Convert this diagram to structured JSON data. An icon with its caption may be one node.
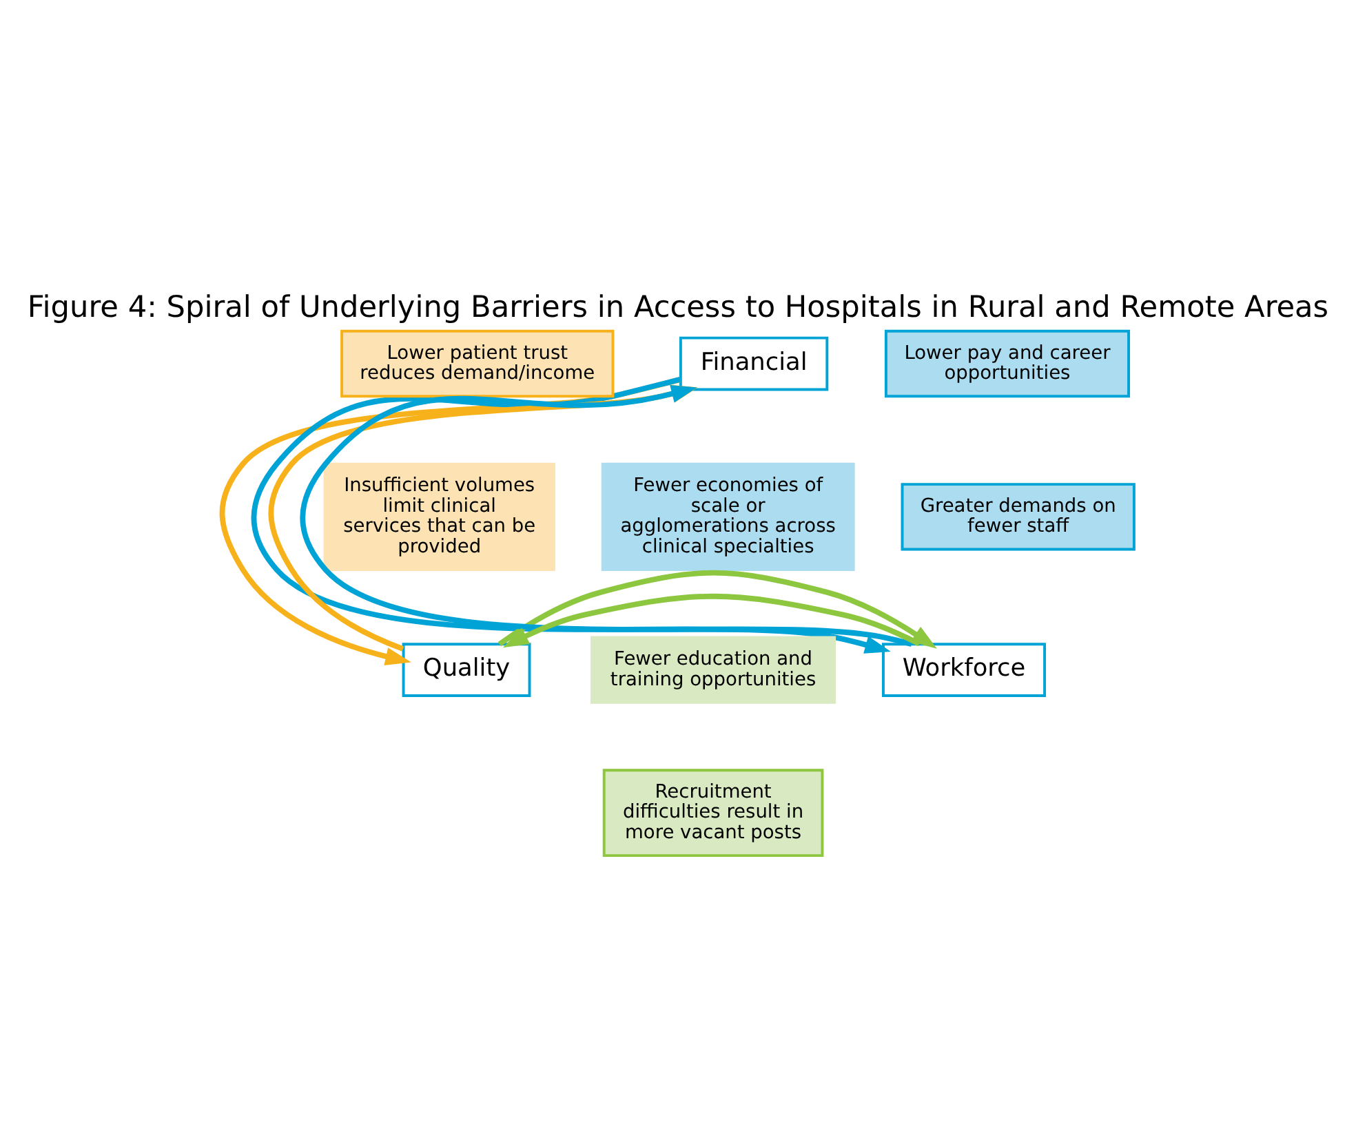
{
  "diagram": {
    "title": "Figure 4: Spiral of Underlying Barriers in Access to Hospitals in Rural and Remote Areas",
    "nodes": [
      {
        "text": [
          "Financial"
        ]
      },
      {
        "text": [
          "Lower patient trust reduces demand/income"
        ]
      },
      {
        "text": [
          "Lower pay and career opportunities"
        ]
      },
      {
        "text": [
          "Greater demands on fewer staff"
        ]
      },
      {
        "text": [
          "Insufficient volumes limit clinical services that can be provided"
        ]
      },
      {
        "text": [
          "Fewer economies of scale or agglomerations across clinical specialties"
        ]
      },
      {
        "text": [
          "Quality"
        ]
      },
      {
        "text": [
          "Fewer education and training opportunities"
        ]
      },
      {
        "text": [
          "Workforce"
        ]
      },
      {
        "text": [
          "Recruitment difficulties result in more vacant posts"
        ]
      }
    ],
    "edges": [
      {
        "from": 6,
        "to": 0,
        "arrow": "to",
        "color": "#f7b21b"
      },
      {
        "from": 0,
        "to": 6,
        "arrow": "to",
        "color": "#f7b21b"
      },
      {
        "from": 0,
        "to": 8,
        "arrow": "to",
        "color": "#00a3d6"
      },
      {
        "from": 8,
        "to": 0,
        "arrow": "to",
        "color": "#00a3d6"
      },
      {
        "from": 8,
        "to": 6,
        "arrow": "to",
        "color": "#8dc63f"
      },
      {
        "from": 6,
        "to": 8,
        "arrow": "to",
        "color": "#8dc63f"
      }
    ]
  }
}
